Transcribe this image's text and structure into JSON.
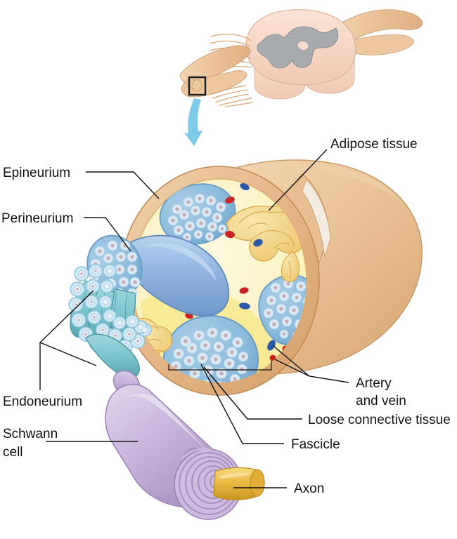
{
  "figure": {
    "title": "Structure of a peripheral nerve",
    "subject": "peripheral nerve cross-section with spinal cord inset"
  },
  "labels": {
    "epineurium": "Epineurium",
    "perineurium": "Perineurium",
    "endoneurium": "Endoneurium",
    "schwann_line1": "Schwann",
    "schwann_line2": "cell",
    "adipose": "Adipose tissue",
    "artery_line1": "Artery",
    "artery_line2": "and vein",
    "loose_connective": "Loose connective tissue",
    "fascicle": "Fascicle",
    "axon": "Axon"
  },
  "colors": {
    "epineurium": "#e3b484",
    "epineurium_dark": "#cf9a66",
    "epineurium_light": "#f0cfab",
    "loose_connective": "#fbf5cb",
    "loose_connective_deep": "#f7e98f",
    "fascicle": "#8cbbdc",
    "fascicle_rim": "#6d9fc6",
    "axon_ring": "#d7eaf5",
    "axon_core": "#c9a9b4",
    "adipose": "#f3cf7d",
    "adipose_line": "#d8a94a",
    "artery": "#cc2222",
    "vein": "#2b58a8",
    "perineurium_tube": "#8fb4e0",
    "endoneurium": "#79c2cc",
    "schwann": "#cbb9de",
    "schwann_dark": "#a58fc0",
    "myelin": "#c3b2d9",
    "axon_gold": "#e8b93c",
    "arrow": "#7ecaea",
    "spinal_cord_outer": "#f6d6b6",
    "spinal_white_matter": "#f8d8c6",
    "spinal_gray_matter": "#a8abae",
    "nerve_root": "#edc49a",
    "text": "#111111"
  },
  "inset": {
    "name": "spinal cord segment with spinal nerves",
    "callout_box": "magnified region marker",
    "arrow_direction": "down"
  },
  "structures": {
    "fascicle_count": 4,
    "protruding_fascicle": "perineurium-wrapped fascicle",
    "vessels": [
      "artery",
      "vein"
    ],
    "myelin_wraps": 6
  }
}
